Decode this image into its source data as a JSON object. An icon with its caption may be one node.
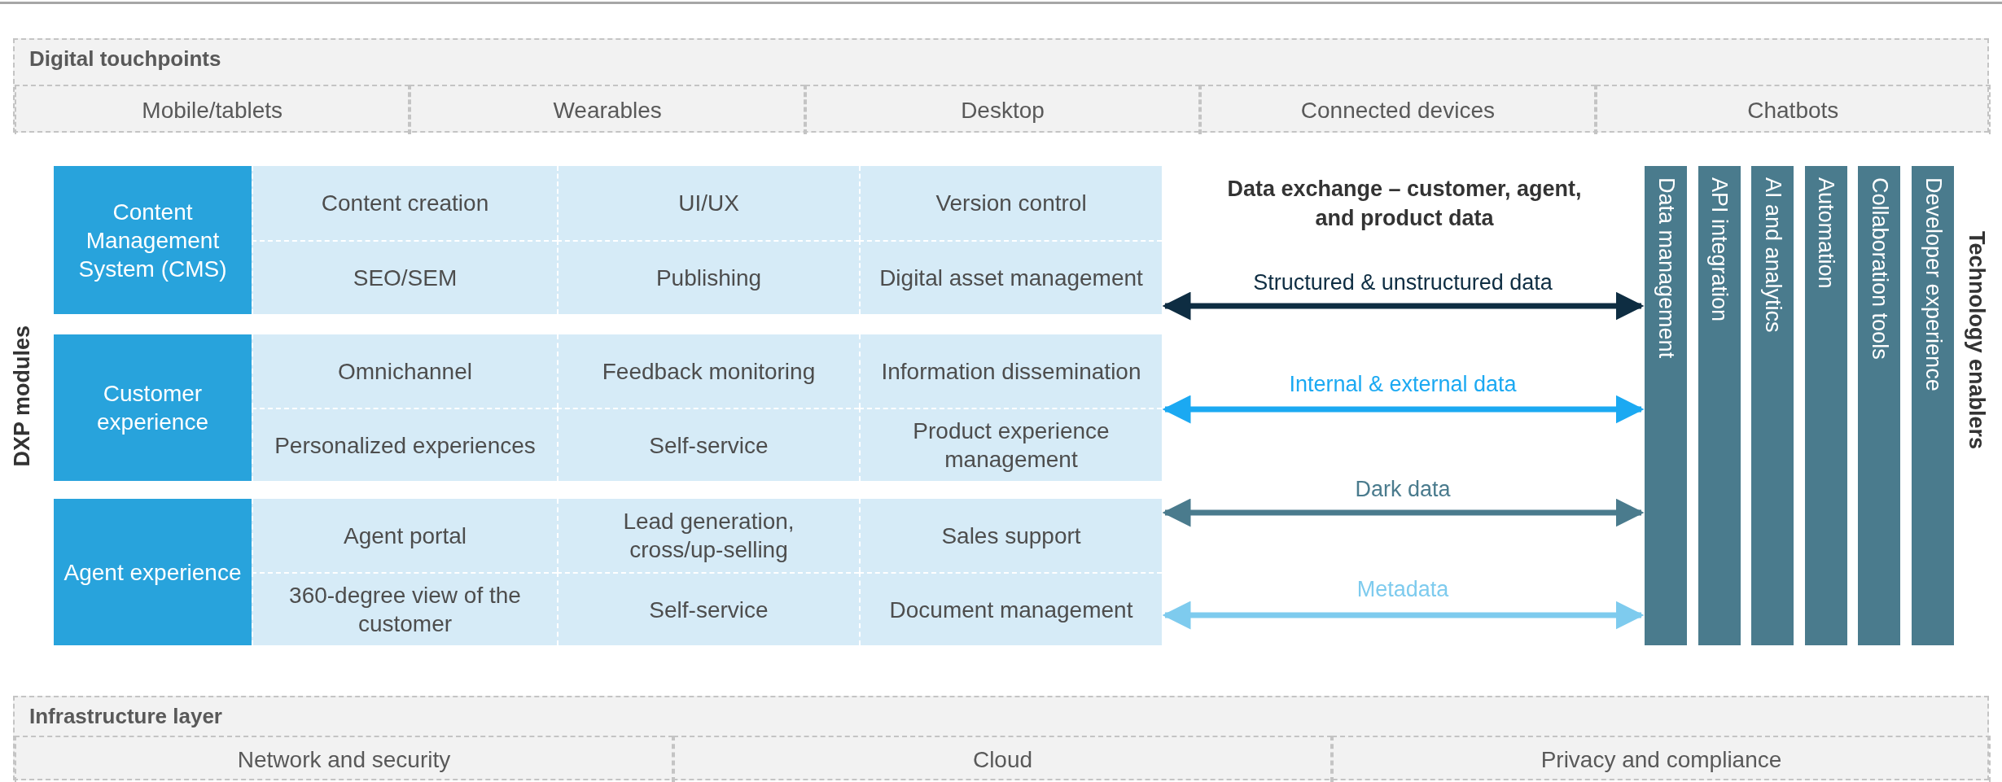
{
  "diagram": {
    "nodes": [
      {
        "text": [
          "Digital touchpoints"
        ]
      },
      {
        "text": [
          "Mobile/tablets"
        ],
        "in": 0
      },
      {
        "text": [
          "Wearables"
        ],
        "in": 0
      },
      {
        "text": [
          "Desktop"
        ],
        "in": 0
      },
      {
        "text": [
          "Connected devices"
        ],
        "in": 0
      },
      {
        "text": [
          "Chatbots"
        ],
        "in": 0
      },
      {
        "text": [
          "Content Management System (CMS)"
        ]
      },
      {
        "text": [
          "Content creation"
        ],
        "in": 6
      },
      {
        "text": [
          "UI/UX"
        ],
        "in": 6
      },
      {
        "text": [
          "Version control"
        ],
        "in": 6
      },
      {
        "text": [
          "SEO/SEM"
        ],
        "in": 6
      },
      {
        "text": [
          "Publishing"
        ],
        "in": 6
      },
      {
        "text": [
          "Digital asset management"
        ],
        "in": 6
      },
      {
        "text": [
          "Customer experience"
        ]
      },
      {
        "text": [
          "Omnichannel"
        ],
        "in": 13
      },
      {
        "text": [
          "Feedback monitoring"
        ],
        "in": 13
      },
      {
        "text": [
          "Information dissemination"
        ],
        "in": 13
      },
      {
        "text": [
          "Personalized experiences"
        ],
        "in": 13
      },
      {
        "text": [
          "Self-service"
        ],
        "in": 13
      },
      {
        "text": [
          "Product experience management"
        ],
        "in": 13
      },
      {
        "text": [
          "Agent experience"
        ]
      },
      {
        "text": [
          "Agent portal"
        ],
        "in": 20
      },
      {
        "text": [
          "Lead generation, cross/up-selling"
        ],
        "in": 20
      },
      {
        "text": [
          "Sales support"
        ],
        "in": 20
      },
      {
        "text": [
          "360-degree view of the customer"
        ],
        "in": 20
      },
      {
        "text": [
          "Self-service"
        ],
        "in": 20
      },
      {
        "text": [
          "Document management"
        ],
        "in": 20
      },
      {
        "text": [
          "Technology enablers"
        ]
      },
      {
        "text": [
          "Data management"
        ],
        "in": 27
      },
      {
        "text": [
          "API integration"
        ],
        "in": 27
      },
      {
        "text": [
          "AI and analytics"
        ],
        "in": 27
      },
      {
        "text": [
          "Automation"
        ],
        "in": 27
      },
      {
        "text": [
          "Collaboration tools"
        ],
        "in": 27
      },
      {
        "text": [
          "Developer experience"
        ],
        "in": 27
      },
      {
        "text": [
          "Infrastructure layer"
        ]
      },
      {
        "text": [
          "Network and security"
        ],
        "in": 34
      },
      {
        "text": [
          "Cloud"
        ],
        "in": 34
      },
      {
        "text": [
          "Privacy and compliance"
        ],
        "in": 34
      }
    ],
    "edges": [
      {
        "from": 6,
        "to": 27,
        "arrow": "both",
        "label": "Structured & unstructured data",
        "color": "#0e2d42"
      },
      {
        "from": 13,
        "to": 27,
        "arrow": "both",
        "label": "Internal & external data",
        "color": "#1ba9f2"
      },
      {
        "from": 20,
        "to": 27,
        "arrow": "both",
        "label": "Dark data",
        "color": "#4a7b8d"
      },
      {
        "from": 20,
        "to": 27,
        "arrow": "both",
        "label": "Metadata",
        "color": "#7ecbee"
      }
    ],
    "labels": [
      "DXP modules",
      "Data exchange – customer, agent, and product data"
    ]
  }
}
